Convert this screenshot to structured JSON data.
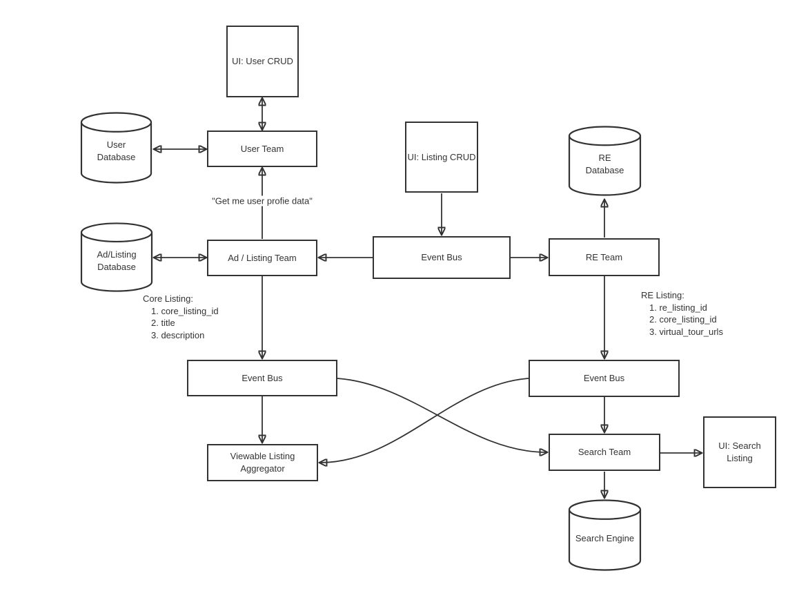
{
  "colors": {
    "background": "#ffffff",
    "stroke": "#323232",
    "text": "#333333"
  },
  "nodes": {
    "ui_user_crud": {
      "label": "UI: User CRUD",
      "shape": "box"
    },
    "user_database": {
      "label": "User\nDatabase",
      "shape": "database-cylinder"
    },
    "user_team": {
      "label": "User Team",
      "shape": "box"
    },
    "ui_listing_crud": {
      "label": "UI: Listing CRUD",
      "shape": "box"
    },
    "re_database": {
      "label": "RE\nDatabase",
      "shape": "database-cylinder"
    },
    "ad_listing_database": {
      "label": "Ad/Listing\nDatabase",
      "shape": "database-cylinder"
    },
    "ad_listing_team": {
      "label": "Ad / Listing Team",
      "shape": "box"
    },
    "event_bus_center": {
      "label": "Event Bus",
      "shape": "box"
    },
    "re_team": {
      "label": "RE Team",
      "shape": "box"
    },
    "event_bus_left": {
      "label": "Event Bus",
      "shape": "box"
    },
    "event_bus_right": {
      "label": "Event Bus",
      "shape": "box"
    },
    "viewable_listing_aggregator": {
      "label": "Viewable Listing\nAggregator",
      "shape": "box"
    },
    "search_team": {
      "label": "Search Team",
      "shape": "box"
    },
    "ui_search_listing": {
      "label": "UI: Search\nListing",
      "shape": "box"
    },
    "search_engine": {
      "label": "Search Engine",
      "shape": "database-cylinder"
    }
  },
  "annotations": {
    "user_profile_request": {
      "label": "\"Get me user profie data\""
    },
    "core_listing": {
      "title": "Core Listing:",
      "items": [
        "1. core_listing_id",
        "2. title",
        "3. description"
      ]
    },
    "re_listing": {
      "title": "RE Listing:",
      "items": [
        "1. re_listing_id",
        "2. core_listing_id",
        "3. virtual_tour_urls"
      ]
    }
  }
}
